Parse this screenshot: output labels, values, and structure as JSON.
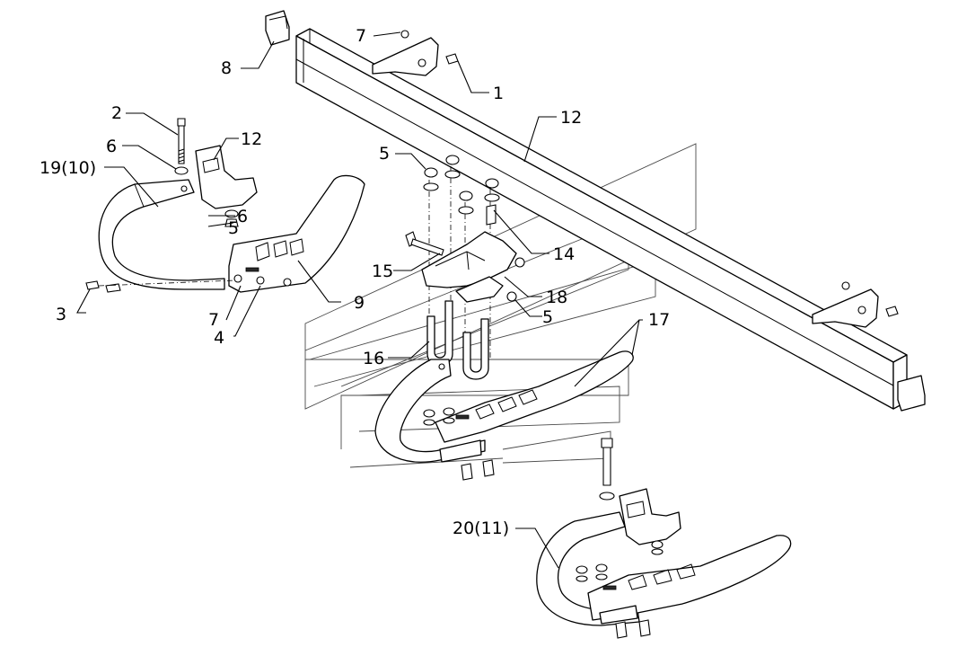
{
  "callouts": [
    {
      "id": "c1",
      "text": "1"
    },
    {
      "id": "c2",
      "text": "2"
    },
    {
      "id": "c3",
      "text": "3"
    },
    {
      "id": "c4",
      "text": "4"
    },
    {
      "id": "c5a",
      "text": "5"
    },
    {
      "id": "c5b",
      "text": "5"
    },
    {
      "id": "c5c",
      "text": "5"
    },
    {
      "id": "c6a",
      "text": "6"
    },
    {
      "id": "c6b",
      "text": "6"
    },
    {
      "id": "c7a",
      "text": "7"
    },
    {
      "id": "c7b",
      "text": "7"
    },
    {
      "id": "c8",
      "text": "8"
    },
    {
      "id": "c9",
      "text": "9"
    },
    {
      "id": "c12a",
      "text": "12"
    },
    {
      "id": "c12b",
      "text": "12"
    },
    {
      "id": "c14",
      "text": "14"
    },
    {
      "id": "c15",
      "text": "15"
    },
    {
      "id": "c16",
      "text": "16"
    },
    {
      "id": "c17",
      "text": "17"
    },
    {
      "id": "c18",
      "text": "18"
    },
    {
      "id": "c19",
      "text": "19(10)"
    },
    {
      "id": "c20",
      "text": "20(11)"
    }
  ]
}
